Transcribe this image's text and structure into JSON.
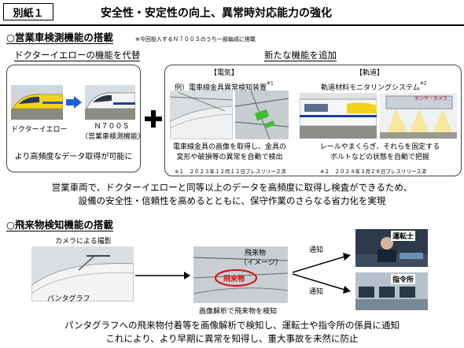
{
  "header": {
    "tag": "別紙１",
    "title": "安全性・安定性の向上、異常時対応能力の強化"
  },
  "section1": {
    "heading": "○営業車検測機能の搭載",
    "note": "※今回投入するＮ７００Ｓのうち一部編成に搭載",
    "left": {
      "subheading": "ドクターイエローの機能を代替",
      "label_a": "ドクターイエロー",
      "label_b1": "Ｎ７００Ｓ",
      "label_b2": "（営業車検測機能）",
      "caption": "より高頻度なデータ取得が可能に"
    },
    "plus": "+",
    "right": {
      "subheading": "新たな機能を追加",
      "electric": {
        "tag": "【電気】",
        "name": "例）電車線金具異常検知装置",
        "name_mark": "※1",
        "desc1": "電車線金具の画像を取得し、金具の",
        "desc2": "変形や破損等の異常を自動で検出",
        "footnote": "※１　２０２３年１２月１２日プレスリリース済"
      },
      "track": {
        "tag": "【軌道】",
        "name": "軌道材料モニタリングシステム",
        "name_mark": "※2",
        "sensor": "センサ・カメラ",
        "desc1": "レールやまくらぎ、それらを固定する",
        "desc2": "ボルトなどの状態を自動で把握",
        "footnote": "※２　２０２４年３月２８日プレスリリース済"
      }
    },
    "summary1": "営業車両で、ドクターイエローと同等以上のデータを高頻度に取得し検査ができるため、",
    "summary2": "設備の安全性・信頼性を高めるとともに、保守作業のさらなる省力化を実現"
  },
  "section2": {
    "heading": "○飛来物検知機能の搭載",
    "camera_label": "カメラによる撮影",
    "pantograph_label": "パンタグラフ",
    "object_label1": "飛来物",
    "object_label2": "（イメージ）",
    "object_in_photo": "飛来物",
    "analysis_caption": "画像解析で飛来物を検知",
    "notify1": "通知",
    "notify2": "通知",
    "driver_label": "運転士",
    "command_label": "指令所",
    "summary1": "パンタグラフへの飛来物付着等を画像解析で検知し、運転士や指令所の係員に通知",
    "summary2": "これにより、より早期に異常を知得し、重大事故を未然に防止"
  },
  "colors": {
    "doctor_yellow": "#f3d21a",
    "arrow_blue": "#1f5fd6",
    "highlight_green": "#3fbf2f",
    "circle_red": "#d01010"
  }
}
